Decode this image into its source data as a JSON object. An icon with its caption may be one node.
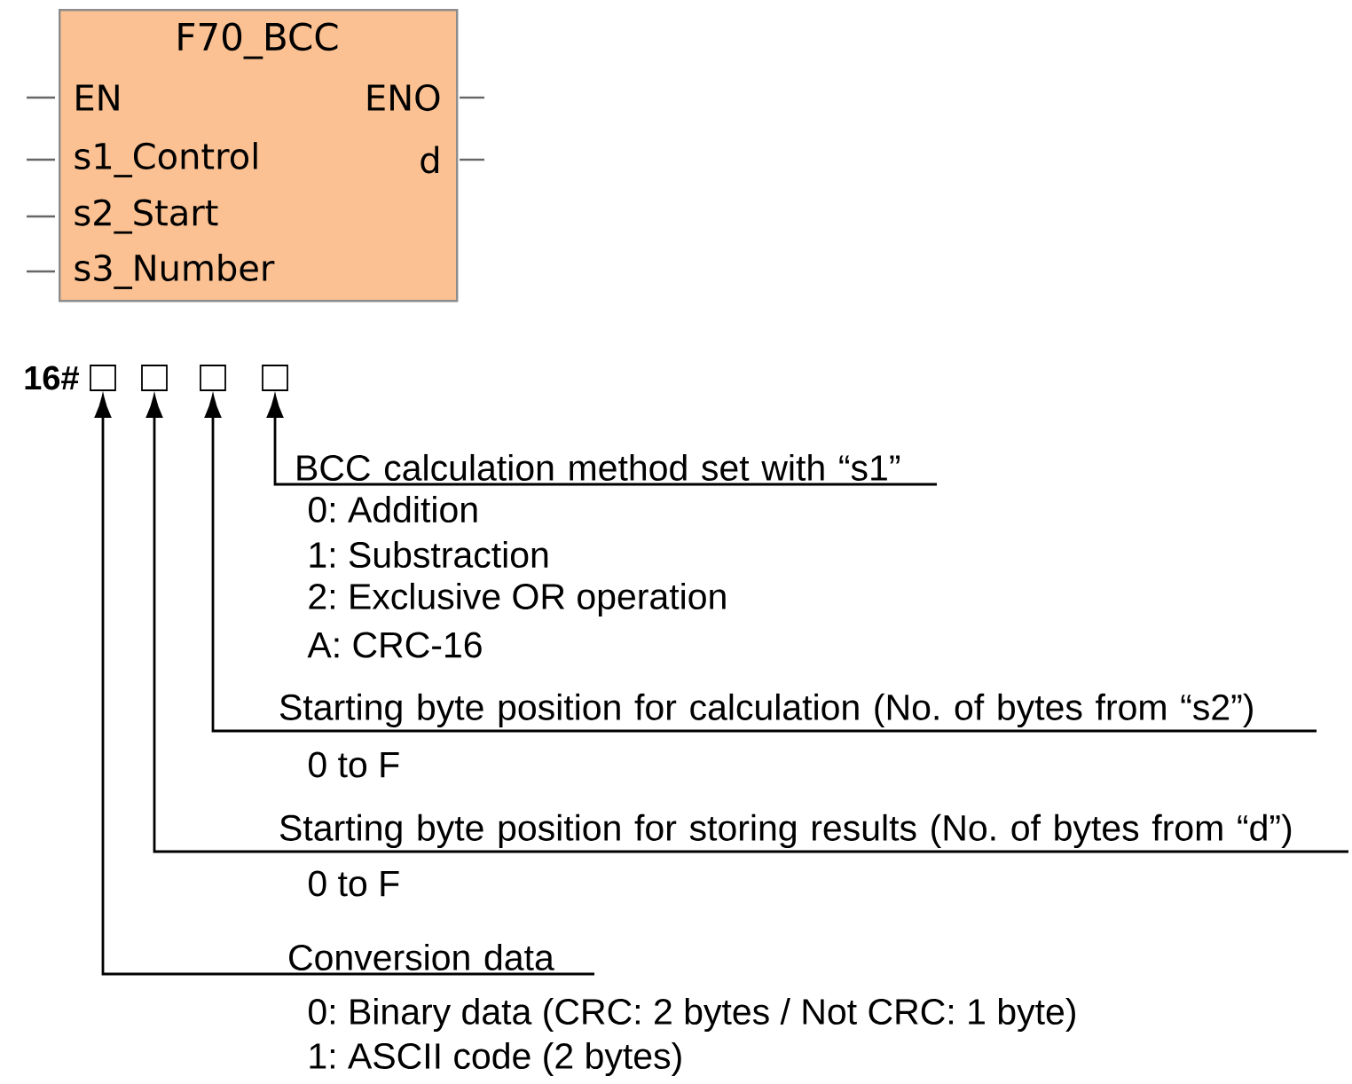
{
  "diagram": {
    "nodes": [
      {
        "text": [
          "F70_BCC"
        ]
      },
      {
        "text": [],
        "shape": "box"
      },
      {
        "text": [],
        "shape": "box"
      },
      {
        "text": [],
        "shape": "box"
      },
      {
        "text": [],
        "shape": "box"
      },
      {
        "text": [
          "BCC calculation method set with “s1”"
        ],
        "beside": [
          "0: Addition",
          "1: Substraction",
          "2: Exclusive OR operation",
          "A: CRC-16"
        ]
      },
      {
        "text": [
          "Starting byte position for calculation (No. of bytes from “s2”)"
        ],
        "beside": [
          "0 to F"
        ]
      },
      {
        "text": [
          "Starting byte position for storing results (No. of bytes from “d”)"
        ],
        "beside": [
          "0 to F"
        ]
      },
      {
        "text": [
          "Conversion data"
        ],
        "beside": [
          "0: Binary data (CRC: 2 bytes / Not CRC: 1 byte)",
          "1: ASCII code (2 bytes)"
        ]
      }
    ],
    "edges": [
      {
        "from": 5,
        "to": 4,
        "arrow": "to"
      },
      {
        "from": 6,
        "to": 3,
        "arrow": "to"
      },
      {
        "from": 7,
        "to": 2,
        "arrow": "to"
      },
      {
        "from": 8,
        "to": 1,
        "arrow": "to"
      }
    ],
    "labels": [
      "EN",
      "ENO",
      "s1_Control",
      "d",
      "s2_Start",
      "s3_Number",
      "16#"
    ]
  }
}
